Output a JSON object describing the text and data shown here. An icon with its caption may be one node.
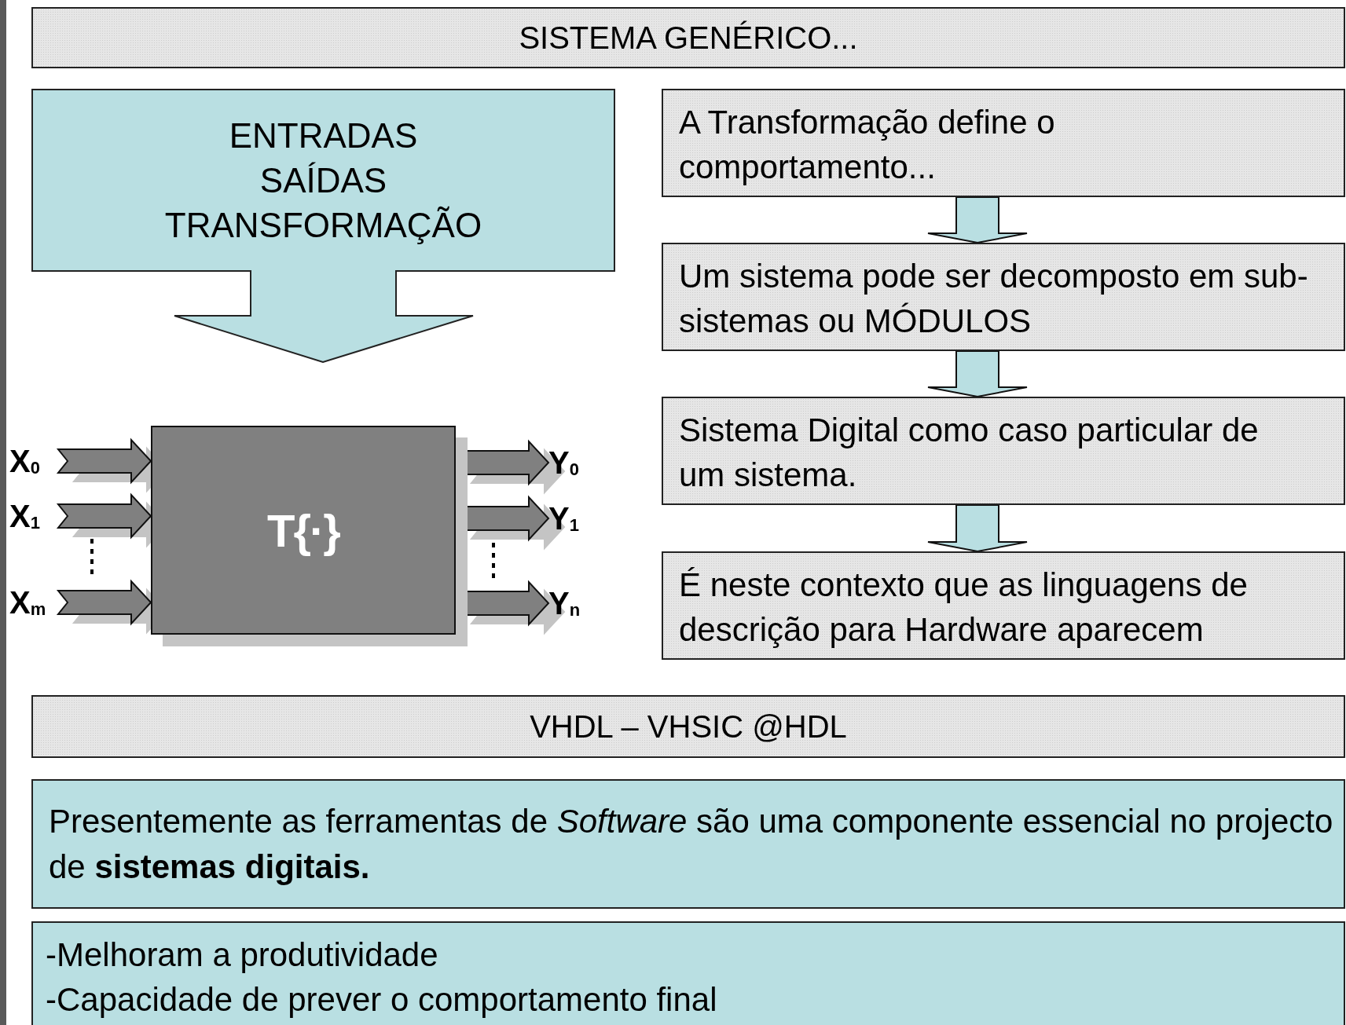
{
  "diagram": {
    "nodes": [
      {
        "text": [
          "SISTEMA GENÉRICO..."
        ]
      },
      {
        "text": [
          "ENTRADAS",
          "SAÍDAS",
          "TRANSFORMAÇÃO"
        ]
      },
      {
        "text": [
          "A Transformação define o comportamento..."
        ]
      },
      {
        "text": [
          "Um sistema pode ser decomposto em sub-sistemas ou MÓDULOS"
        ]
      },
      {
        "text": [
          "Sistema Digital como caso particular de um sistema."
        ]
      },
      {
        "text": [
          "É neste contexto que as linguagens de descrição para Hardware aparecem"
        ]
      },
      {
        "text": [
          "X$_{0}$"
        ]
      },
      {
        "text": [
          "X$_{1}$"
        ]
      },
      {
        "text": [
          "X$_{m}$"
        ]
      },
      {
        "text": [
          "T{·}"
        ]
      },
      {
        "text": [
          "Y$_{0}$"
        ]
      },
      {
        "text": [
          "Y$_{1}$"
        ]
      },
      {
        "text": [
          "Y$_{n}$"
        ]
      },
      {
        "text": [
          "VHDL – VHSIC @HDL"
        ]
      },
      {
        "text": [
          "Presentemente as ferramentas de *Software* são uma componente essencial no projecto de **sistemas digitais.**"
        ]
      },
      {
        "text": [
          "-Melhoram a produtividade",
          "-Capacidade de prever o comportamento final"
        ]
      }
    ],
    "edges": [
      {
        "from": 2,
        "to": 3,
        "arrow": "to",
        "color": "#b9dfe2"
      },
      {
        "from": 3,
        "to": 4,
        "arrow": "to",
        "color": "#b9dfe2"
      },
      {
        "from": 4,
        "to": 5,
        "arrow": "to",
        "color": "#b9dfe2"
      },
      {
        "from": 6,
        "to": 9,
        "arrow": "to"
      },
      {
        "from": 7,
        "to": 9,
        "arrow": "to"
      },
      {
        "from": 8,
        "to": 9,
        "arrow": "to"
      },
      {
        "from": 9,
        "to": 10,
        "arrow": "to"
      },
      {
        "from": 9,
        "to": 11,
        "arrow": "to"
      },
      {
        "from": 9,
        "to": 12,
        "arrow": "to"
      }
    ]
  }
}
